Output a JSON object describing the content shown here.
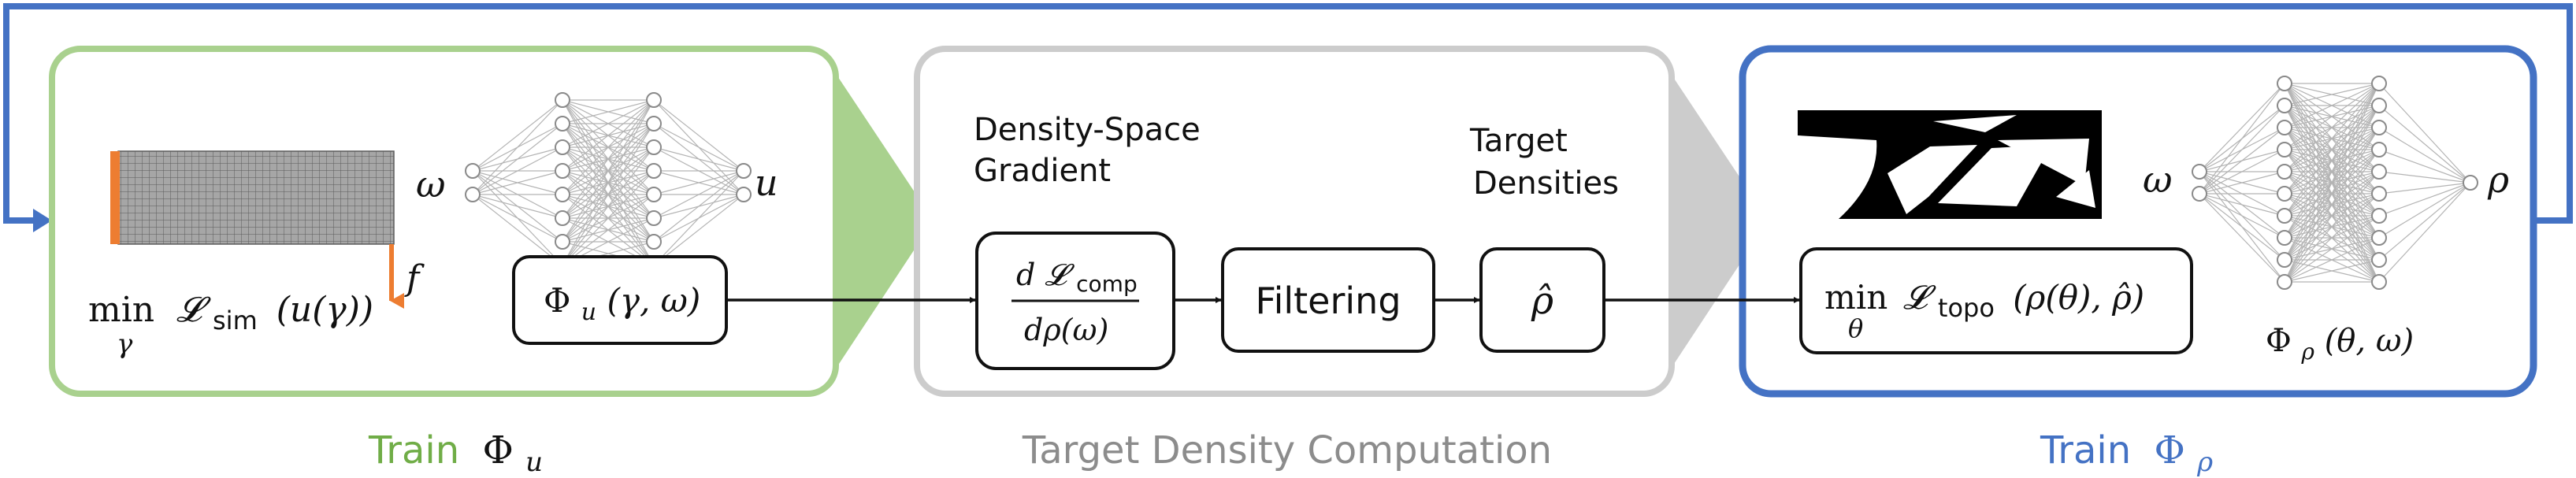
{
  "colors": {
    "green": "#a9d18e",
    "green_text": "#70ad47",
    "gray": "#cccccc",
    "gray_text": "#8c8c8c",
    "blue": "#4472c4",
    "orange": "#ed7d31",
    "ink": "#111111"
  },
  "stage_u": {
    "loss": "min 𝓛sim (u(γ))",
    "loss_min": "min",
    "loss_sub": "γ",
    "loss_L": "𝓛",
    "loss_Lsub": "sim",
    "loss_arg": "(u(γ))",
    "force_label": "f",
    "net_input": "ω",
    "net_output": "u",
    "net_box": "Φu(γ, ω)",
    "net_box_main": "Φ",
    "net_box_sub": "u",
    "net_box_args": "(γ, ω)",
    "caption_train": "Train",
    "caption_phi": "Φ",
    "caption_sub": "u"
  },
  "stage_target": {
    "grad_title_1": "Density-Space",
    "grad_title_2": "Gradient",
    "grad_num_d": "d",
    "grad_num_L": "𝓛",
    "grad_num_sub": "comp",
    "grad_den": "dρ(ω)",
    "filter_label": "Filtering",
    "target_title_1": "Target",
    "target_title_2": "Densities",
    "target_symbol": "ρ̂",
    "caption": "Target Density Computation"
  },
  "stage_rho": {
    "net_input": "ω",
    "net_output": "ρ",
    "loss_min": "min",
    "loss_sub": "θ",
    "loss_L": "𝓛",
    "loss_Lsub": "topo",
    "loss_arg": "(ρ(θ), ρ̂)",
    "net_label_main": "Φ",
    "net_label_sub": "ρ",
    "net_label_args": "(θ, ω)",
    "caption_train": "Train",
    "caption_phi": "Φ",
    "caption_sub": "ρ"
  }
}
